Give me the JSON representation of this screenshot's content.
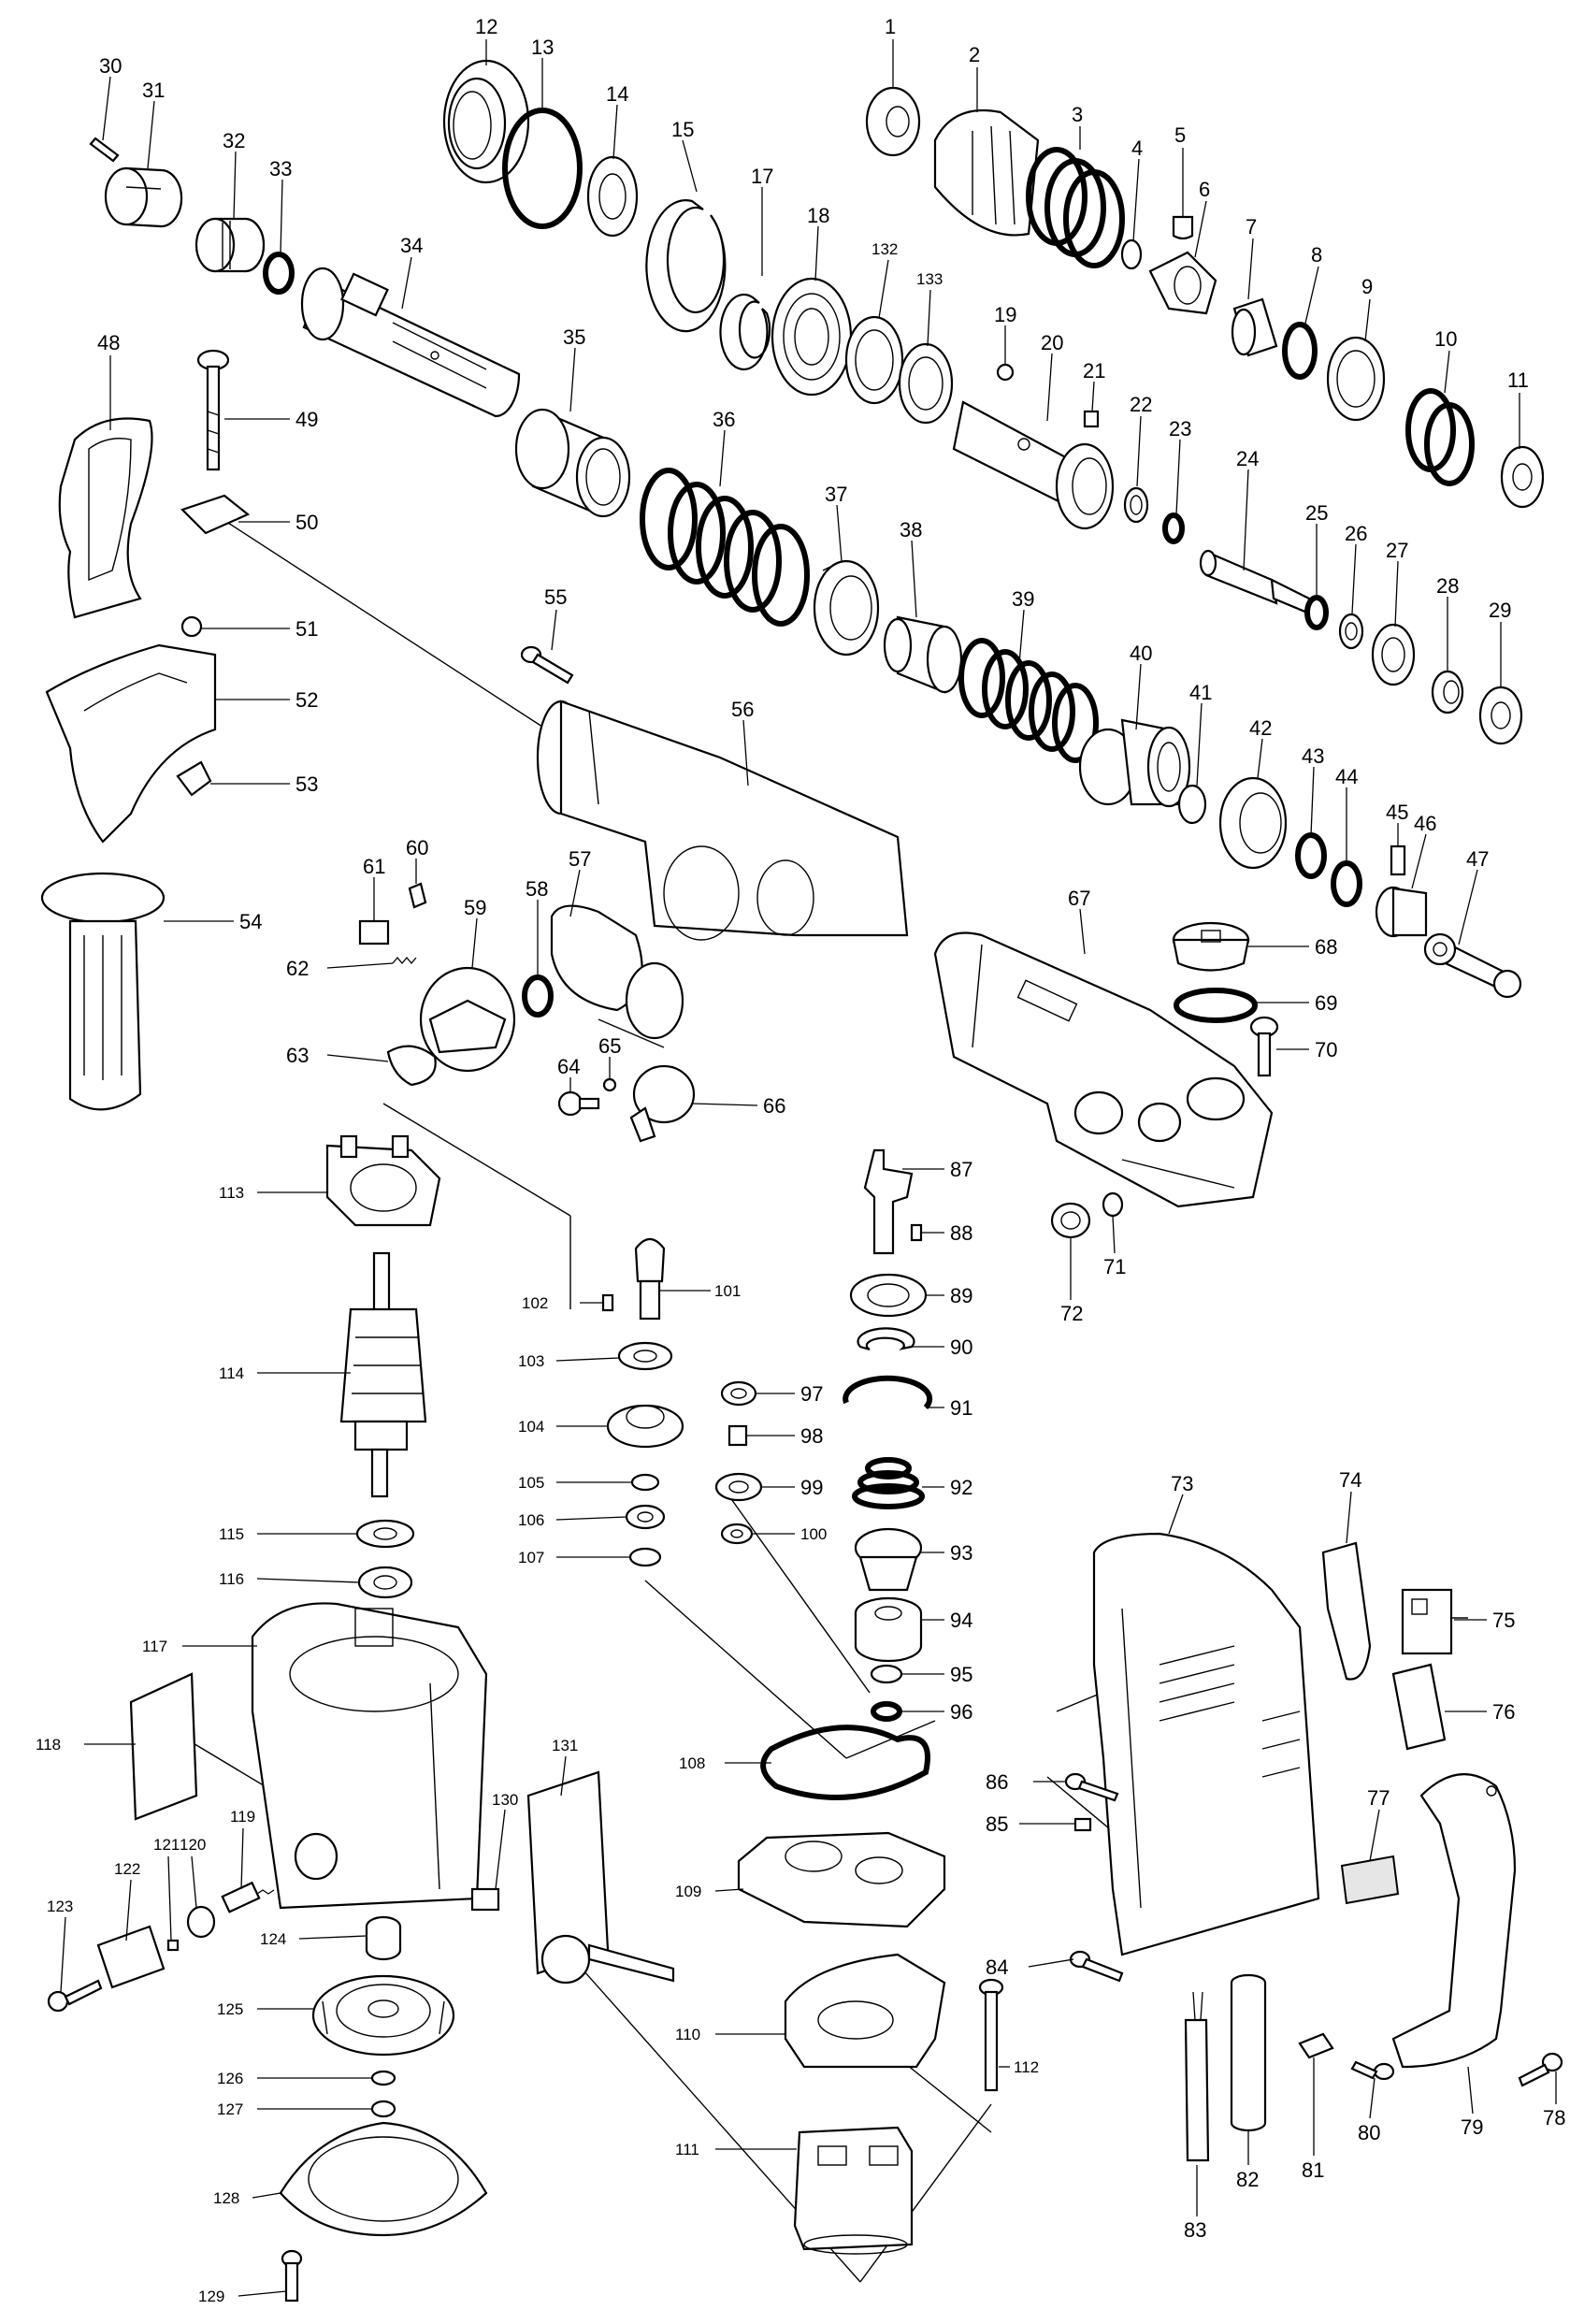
{
  "diagram": {
    "part_numbers": [
      "1",
      "2",
      "3",
      "4",
      "5",
      "6",
      "7",
      "8",
      "9",
      "10",
      "11",
      "12",
      "13",
      "14",
      "15",
      "17",
      "18",
      "19",
      "20",
      "21",
      "22",
      "23",
      "24",
      "25",
      "26",
      "27",
      "28",
      "29",
      "30",
      "31",
      "32",
      "33",
      "34",
      "35",
      "36",
      "37",
      "38",
      "39",
      "40",
      "41",
      "42",
      "43",
      "44",
      "45",
      "46",
      "47",
      "48",
      "49",
      "50",
      "51",
      "52",
      "53",
      "54",
      "55",
      "56",
      "57",
      "58",
      "59",
      "60",
      "61",
      "62",
      "63",
      "64",
      "65",
      "66",
      "67",
      "68",
      "69",
      "70",
      "71",
      "72",
      "73",
      "74",
      "75",
      "76",
      "77",
      "78",
      "79",
      "80",
      "81",
      "82",
      "83",
      "84",
      "85",
      "86",
      "87",
      "88",
      "89",
      "90",
      "91",
      "92",
      "93",
      "94",
      "95",
      "96",
      "97",
      "98",
      "99",
      "100",
      "101",
      "102",
      "103",
      "104",
      "105",
      "106",
      "107",
      "108",
      "109",
      "110",
      "111",
      "112",
      "113",
      "114",
      "115",
      "116",
      "117",
      "118",
      "119",
      "120",
      "121",
      "122",
      "123",
      "124",
      "125",
      "126",
      "127",
      "128",
      "129",
      "130",
      "131",
      "132",
      "133"
    ]
  }
}
